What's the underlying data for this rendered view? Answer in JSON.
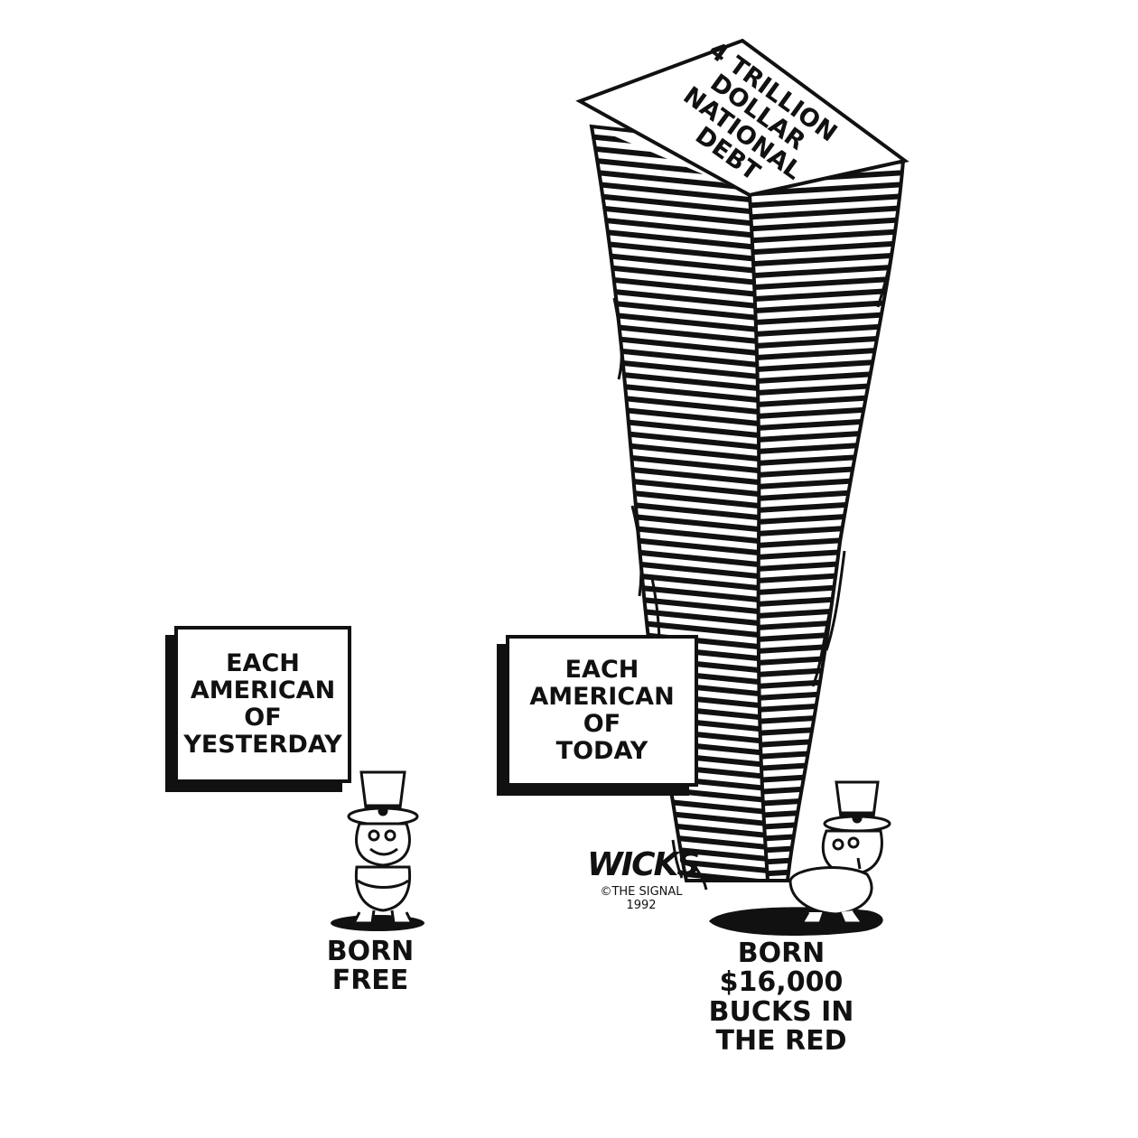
{
  "debt_stack": {
    "label_lines": [
      "4 TRILLION",
      "DOLLAR",
      "NATIONAL",
      "DEBT"
    ]
  },
  "sign_yesterday": {
    "lines": [
      "EACH",
      "AMERICAN",
      "OF",
      "YESTERDAY"
    ]
  },
  "sign_today": {
    "lines": [
      "EACH",
      "AMERICAN",
      "OF",
      "TODAY"
    ]
  },
  "caption_yesterday": {
    "lines": [
      "BORN",
      "FREE"
    ]
  },
  "caption_today": {
    "lines": [
      "BORN",
      "$16,000",
      "BUCKS IN",
      "THE RED"
    ]
  },
  "signature": {
    "artist": "WICKS",
    "copyright": "©THE SIGNAL",
    "year": "1992"
  },
  "colors": {
    "ink": "#111111",
    "paper": "#ffffff"
  }
}
